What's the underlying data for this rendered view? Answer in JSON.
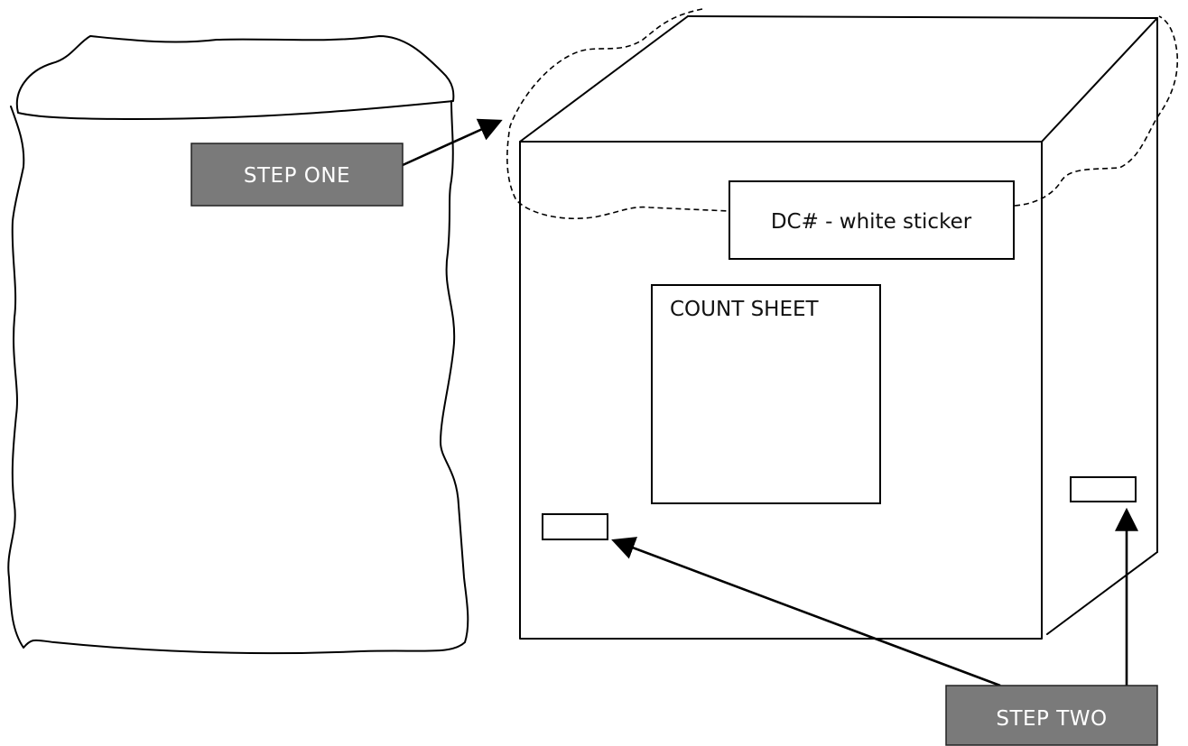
{
  "labels": {
    "step_one": "STEP ONE",
    "step_two": "STEP TWO",
    "dc_sticker": "DC# - white sticker",
    "count_sheet": "COUNT SHEET"
  },
  "colors": {
    "step_box_fill": "#7a7a7a",
    "step_text": "#ffffff",
    "line": "#000000",
    "background": "#ffffff"
  }
}
